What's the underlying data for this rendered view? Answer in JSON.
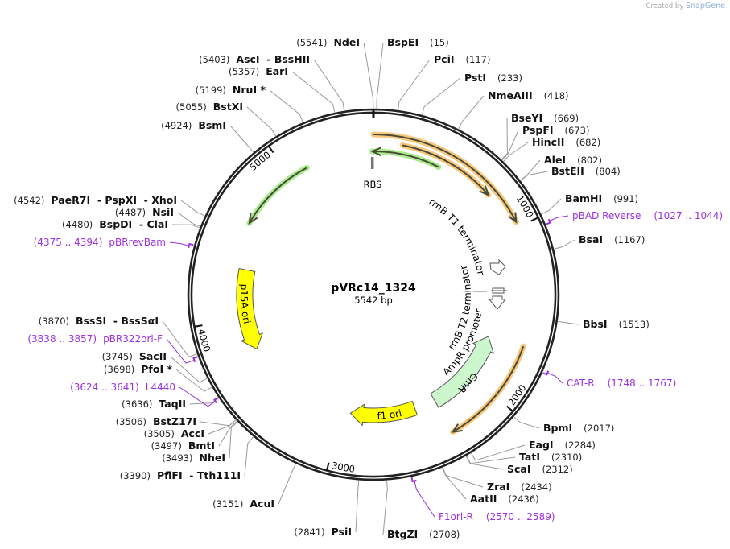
{
  "watermark": {
    "prefix": "Created by",
    "brand": "SnapGene"
  },
  "plasmid": {
    "name": "pVRc14_1324",
    "length_label": "5542 bp",
    "length_bp": 5542
  },
  "tick_labels": [
    "1000",
    "2000",
    "3000",
    "4000",
    "5000"
  ],
  "enzymes": [
    {
      "name": "NdeI",
      "pos": "5541"
    },
    {
      "name": "BspEI",
      "pos": "15"
    },
    {
      "name": "PciI",
      "pos": "117"
    },
    {
      "name": "PstI",
      "pos": "233"
    },
    {
      "name": "NmeAIII",
      "pos": "418"
    },
    {
      "name": "BseYI",
      "pos": "669"
    },
    {
      "name": "PspFI",
      "pos": "673"
    },
    {
      "name": "HincII",
      "pos": "682"
    },
    {
      "name": "AleI",
      "pos": "802"
    },
    {
      "name": "BstEII",
      "pos": "804"
    },
    {
      "name": "BamHI",
      "pos": "991"
    },
    {
      "name": "BsaI",
      "pos": "1167"
    },
    {
      "name": "BbsI",
      "pos": "1513"
    },
    {
      "name": "BpmI",
      "pos": "2017"
    },
    {
      "name": "EagI",
      "pos": "2284"
    },
    {
      "name": "TatI",
      "pos": "2310"
    },
    {
      "name": "ScaI",
      "pos": "2312"
    },
    {
      "name": "ZraI",
      "pos": "2434"
    },
    {
      "name": "AatII",
      "pos": "2436"
    },
    {
      "name": "BtgZI",
      "pos": "2708"
    },
    {
      "name": "PsiI",
      "pos": "2841"
    },
    {
      "name": "AcuI",
      "pos": "3151"
    },
    {
      "name": "PflFI  - Tth111I",
      "pos": "3390"
    },
    {
      "name": "NheI",
      "pos": "3493"
    },
    {
      "name": "BmtI",
      "pos": "3497"
    },
    {
      "name": "AccI",
      "pos": "3505"
    },
    {
      "name": "BstZ17I",
      "pos": "3506"
    },
    {
      "name": "TaqII",
      "pos": "3636"
    },
    {
      "name": "PfoI *",
      "pos": "3698"
    },
    {
      "name": "SacII",
      "pos": "3745"
    },
    {
      "name": "BssSI  - BssSαI",
      "pos": "3870"
    },
    {
      "name": "BspDI  - ClaI",
      "pos": "4480"
    },
    {
      "name": "NsiI",
      "pos": "4487"
    },
    {
      "name": "PaeR7I  - PspXI  - XhoI",
      "pos": "4542"
    },
    {
      "name": "BsmI",
      "pos": "4924"
    },
    {
      "name": "BstXI",
      "pos": "5055"
    },
    {
      "name": "NruI *",
      "pos": "5199"
    },
    {
      "name": "EarI",
      "pos": "5357"
    },
    {
      "name": "AscI  - BssHII",
      "pos": "5403"
    }
  ],
  "primers": [
    {
      "name": "pBAD Reverse",
      "start": 1027,
      "end": 1044,
      "range": "1027 .. 1044"
    },
    {
      "name": "CAT-R",
      "start": 1748,
      "end": 1767,
      "range": "1748 .. 1767"
    },
    {
      "name": "F1ori-R",
      "start": 2570,
      "end": 2589,
      "range": "2570 .. 2589"
    },
    {
      "name": "L4440",
      "start": 3624,
      "end": 3641,
      "range": "3624 .. 3641"
    },
    {
      "name": "pBR322ori-F",
      "start": 3838,
      "end": 3857,
      "range": "3838 .. 3857"
    },
    {
      "name": "pBRrevBam",
      "start": 4375,
      "end": 4394,
      "range": "4375 .. 4394"
    }
  ],
  "features": [
    {
      "label": "",
      "start": 0,
      "end": 970,
      "direction": "forward",
      "style": "orange"
    },
    {
      "label": "",
      "start": 170,
      "end": 755,
      "direction": "forward",
      "style": "orange"
    },
    {
      "label": "",
      "start": 1678,
      "end": 2309,
      "direction": "forward",
      "style": "orange"
    },
    {
      "label": "",
      "start": 5535,
      "end": 416,
      "direction": "reverse",
      "style": "green"
    },
    {
      "label": "",
      "start": 4618,
      "end": 5116,
      "direction": "reverse",
      "style": "green"
    },
    {
      "label": "p15A ori",
      "start": 3772,
      "end": 4326,
      "direction": "reverse",
      "style": "yellow"
    },
    {
      "label": "CmR",
      "start": 1693,
      "end": 2309,
      "direction": "reverse",
      "style": "lightgreen"
    },
    {
      "label": "f1 ori",
      "start": 2463,
      "end": 2940,
      "direction": "forward",
      "style": "yellow"
    },
    {
      "label": "RBS",
      "pos": 5535,
      "style": "marker"
    },
    {
      "label": "rrnB T1 terminator",
      "style": "terminator"
    },
    {
      "label": "rrnB T2 terminator",
      "style": "terminator"
    },
    {
      "label": "AmpR promoter",
      "style": "promoter"
    }
  ],
  "colors": {
    "ring": "#222222",
    "primer": "#9b30e0",
    "orange_glow": "#f7c77a",
    "green_glow": "#a8ec8c",
    "yellow": "#ffff00",
    "cmr": "#ccf7cc"
  }
}
